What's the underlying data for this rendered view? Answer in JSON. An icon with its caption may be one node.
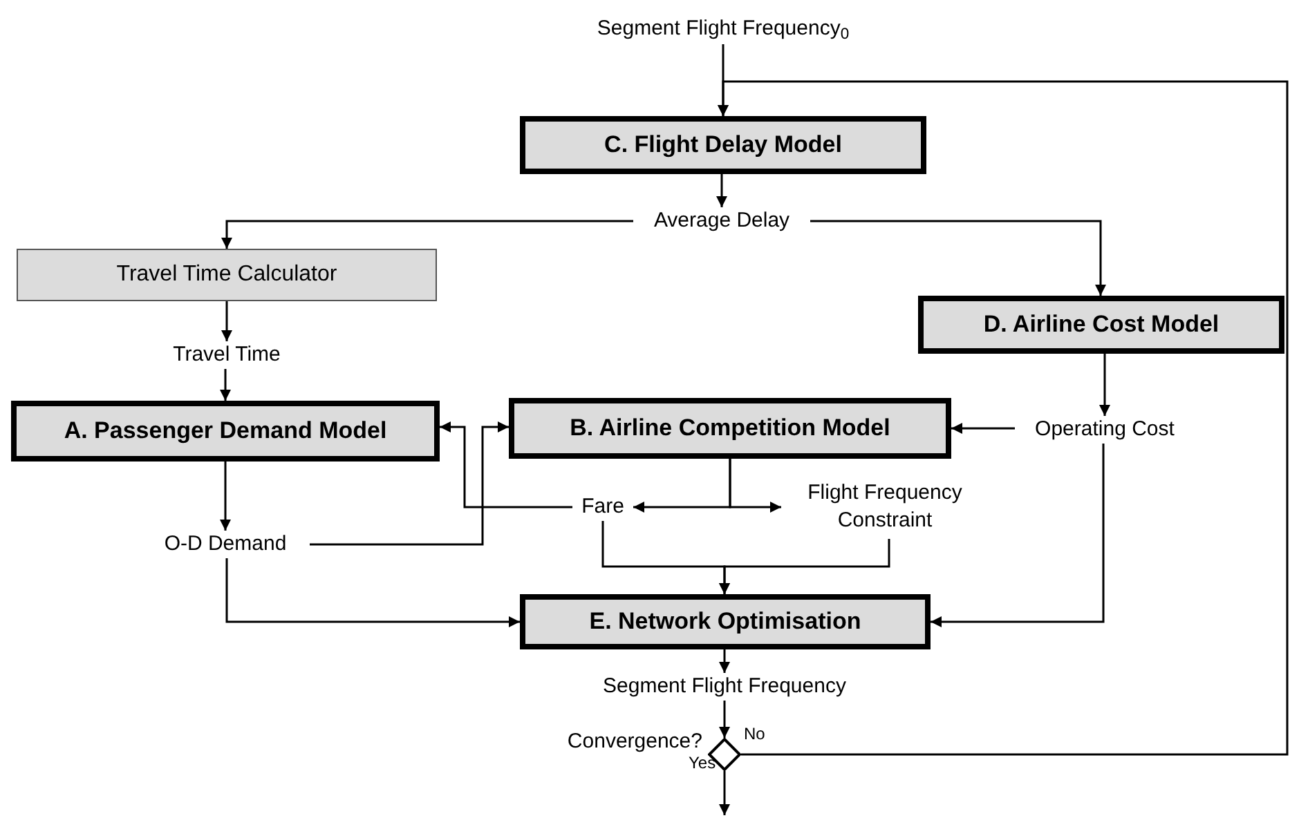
{
  "diagram": {
    "nodes": [
      {
        "text": [
          "Segment Flight Frequency$_{0}$"
        ]
      },
      {
        "text": [
          "C. Flight Delay Model"
        ]
      },
      {
        "text": [
          "Average Delay"
        ]
      },
      {
        "text": [
          "Travel Time Calculator"
        ]
      },
      {
        "text": [
          "D. Airline Cost Model"
        ]
      },
      {
        "text": [
          "Travel Time"
        ]
      },
      {
        "text": [
          "A. Passenger Demand Model"
        ]
      },
      {
        "text": [
          "B. Airline Competition Model"
        ]
      },
      {
        "text": [
          "Operating Cost"
        ]
      },
      {
        "text": [
          "Fare"
        ]
      },
      {
        "text": [
          "Flight Frequency Constraint"
        ]
      },
      {
        "text": [
          "O-D Demand"
        ]
      },
      {
        "text": [
          "E. Network Optimisation"
        ]
      },
      {
        "text": [
          "Segment Flight Frequency"
        ]
      },
      {
        "text": [],
        "shape": "diamond",
        "beside": [
          "Convergence?"
        ]
      }
    ],
    "edges": [
      {
        "from": 0,
        "to": 1,
        "arrow": "to"
      },
      {
        "from": 14,
        "to": 1,
        "arrow": "to",
        "label": "No"
      },
      {
        "from": 1,
        "to": 2,
        "arrow": "to"
      },
      {
        "from": 2,
        "to": 3,
        "arrow": "to"
      },
      {
        "from": 2,
        "to": 4,
        "arrow": "to"
      },
      {
        "from": 3,
        "to": 5,
        "arrow": "to"
      },
      {
        "from": 5,
        "to": 6,
        "arrow": "to"
      },
      {
        "from": 4,
        "to": 8,
        "arrow": "to"
      },
      {
        "from": 8,
        "to": 7,
        "arrow": "to"
      },
      {
        "from": 7,
        "to": 9,
        "arrow": "to"
      },
      {
        "from": 7,
        "to": 10,
        "arrow": "to"
      },
      {
        "from": 9,
        "to": 6,
        "arrow": "to"
      },
      {
        "from": 11,
        "to": 7,
        "arrow": "to"
      },
      {
        "from": 6,
        "to": 11,
        "arrow": "to"
      },
      {
        "from": 11,
        "to": 12,
        "arrow": "to"
      },
      {
        "from": 9,
        "to": 12,
        "arrow": "to"
      },
      {
        "from": 10,
        "to": 12,
        "arrow": "to"
      },
      {
        "from": 8,
        "to": 12,
        "arrow": "to"
      },
      {
        "from": 12,
        "to": 13,
        "arrow": "to"
      },
      {
        "from": 13,
        "to": 14,
        "arrow": "to"
      },
      {
        "from": 14,
        "to": null,
        "arrow": "to",
        "label": "Yes"
      }
    ]
  }
}
